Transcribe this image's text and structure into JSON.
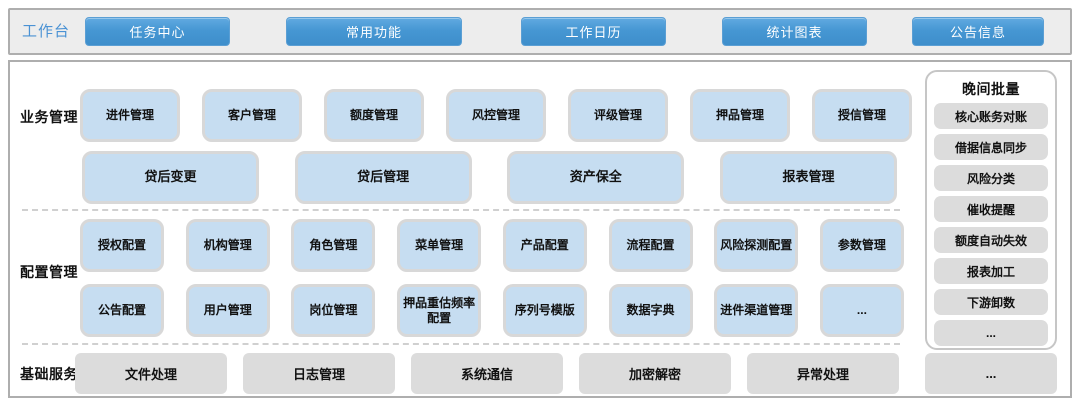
{
  "workbench": {
    "label": "工作台",
    "buttons": [
      "任务中心",
      "常用功能",
      "工作日历",
      "统计图表",
      "公告信息"
    ]
  },
  "sections": {
    "business": {
      "label": "业务管理",
      "row1": [
        "进件管理",
        "客户管理",
        "额度管理",
        "风控管理",
        "评级管理",
        "押品管理",
        "授信管理"
      ],
      "row2": [
        "贷后变更",
        "贷后管理",
        "资产保全",
        "报表管理"
      ]
    },
    "config": {
      "label": "配置管理",
      "row1": [
        "授权配置",
        "机构管理",
        "角色管理",
        "菜单管理",
        "产品配置",
        "流程配置",
        "风险探测配置",
        "参数管理"
      ],
      "row2": [
        "公告配置",
        "用户管理",
        "岗位管理",
        "押品重估频率配置",
        "序列号模版",
        "数据字典",
        "进件渠道管理",
        "..."
      ]
    },
    "base": {
      "label": "基础服务",
      "items": [
        "文件处理",
        "日志管理",
        "系统通信",
        "加密解密",
        "异常处理"
      ],
      "more": "..."
    }
  },
  "night_batch": {
    "title": "晚间批量",
    "items": [
      "核心账务对账",
      "借据信息同步",
      "风险分类",
      "催收提醒",
      "额度自动失效",
      "报表加工",
      "下游卸数",
      "..."
    ]
  },
  "colors": {
    "accent_blue": "#4697d3",
    "module_blue": "#c6ddf1",
    "service_gray": "#dcdcdc",
    "border_gray": "#aeaeae"
  }
}
